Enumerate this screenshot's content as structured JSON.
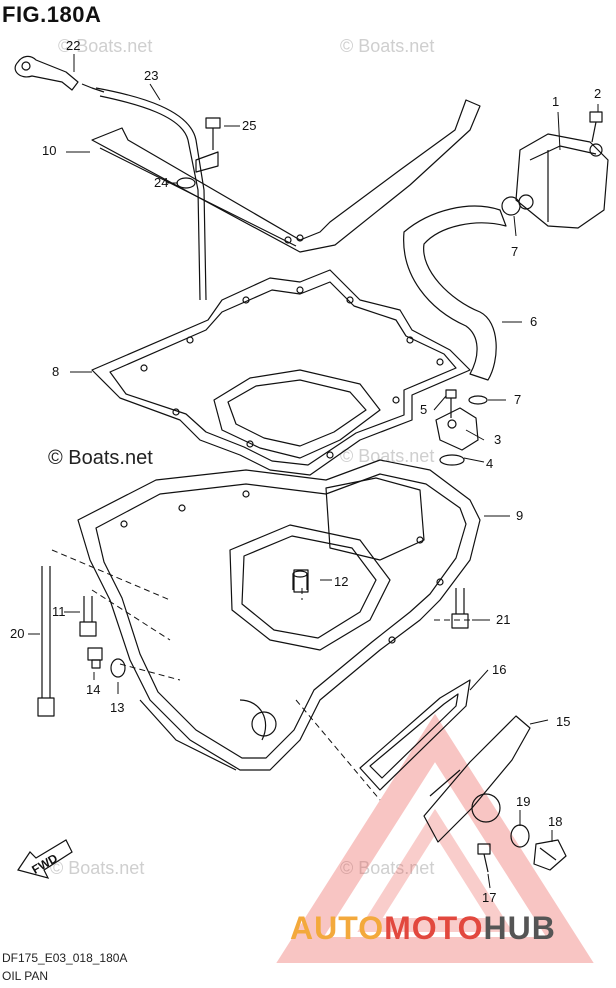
{
  "figure": {
    "title": "FIG.180A"
  },
  "watermarks": {
    "small": "© Boats.net",
    "main": "© Boats.net"
  },
  "captions": {
    "code": "DF175_E03_018_180A",
    "name": "OIL PAN"
  },
  "fwd_label": "FWD",
  "brand": {
    "part1": "AUTO",
    "part2": "MOTO",
    "part3": "HUB"
  },
  "callouts": [
    "1",
    "2",
    "3",
    "4",
    "5",
    "6",
    "7",
    "7",
    "8",
    "9",
    "10",
    "11",
    "12",
    "13",
    "14",
    "15",
    "16",
    "17",
    "18",
    "19",
    "20",
    "21",
    "22",
    "23",
    "24",
    "25"
  ]
}
